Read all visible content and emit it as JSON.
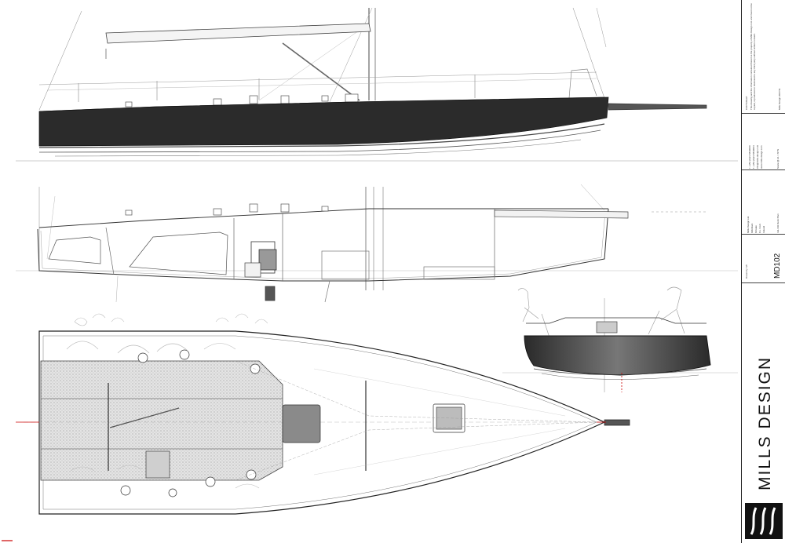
{
  "title_block": {
    "company": "MILLS DESIGN",
    "design_number": "MD102",
    "company_name": "Mills Design Ltd.",
    "address_lines": [
      "Kilbrittain",
      "Kinsale",
      "Co. Cork",
      "Ireland"
    ],
    "phone": "t: +353 (0)23 8849000",
    "fax": "f: +353 (0)23 8849004",
    "web": "www.mills-design.com",
    "email": "info@mills-design.com",
    "drawing_title": "md-102 Deck Plan",
    "scale": "Scale @ A1 = NTS",
    "drawn_by": "Drawn by: Mr",
    "copyright_heading": "COPYRIGHT",
    "copyright_text": "This drawing and the information contained therein is the property of Mills Design Ltd. and must not be copied, reproduced or disclosed to any third party without written consent.",
    "date": "Mills Design 2007/11"
  },
  "colors": {
    "hull": "#2b2b2b",
    "line": "#555555",
    "deck_texture": "#d9d9d9",
    "hatch": "#8a8a8a",
    "centerline_marker": "#cc0000"
  }
}
